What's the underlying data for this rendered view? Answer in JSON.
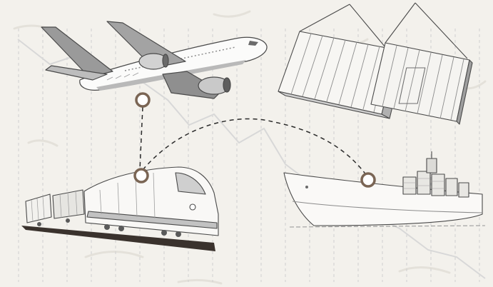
{
  "colors": {
    "paper": "#f3f1ec",
    "paper_mottle": "#e4e1da",
    "ink": "#4a4a4a",
    "ink_light": "#8c8c8c",
    "shade": "#a6a6a6",
    "grid_line": "#cfcfcf",
    "trend_line": "#d8d8d8",
    "route_dash": "#2b2b2b",
    "node_ring": "#7a6554",
    "node_fill": "#ffffff",
    "rail_shadow": "#3a322d"
  },
  "icons": [
    "airplane-icon",
    "shipping-containers-icon",
    "freight-train-icon",
    "cargo-ship-icon",
    "route-node-icon"
  ],
  "route": {
    "nodes": [
      {
        "name": "airplane-node"
      },
      {
        "name": "train-node"
      },
      {
        "name": "ship-node"
      }
    ]
  }
}
